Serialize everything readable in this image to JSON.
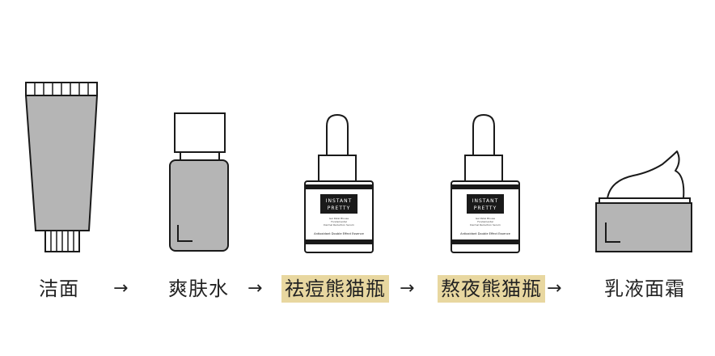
{
  "steps": [
    {
      "label": "洁面",
      "highlight": false,
      "product_icon": "tube-icon"
    },
    {
      "label": "爽肤水",
      "highlight": false,
      "product_icon": "toner-bottle-icon"
    },
    {
      "label": "祛痘熊猫瓶",
      "highlight": true,
      "product_icon": "serum-dropper-icon"
    },
    {
      "label": "熬夜熊猫瓶",
      "highlight": true,
      "product_icon": "serum-dropper-icon"
    },
    {
      "label": "乳液面霜",
      "highlight": false,
      "product_icon": "cream-jar-icon"
    }
  ],
  "arrows": [
    "→",
    "→",
    "→",
    "→"
  ],
  "serum_labels": [
    {
      "brand_line1": "INSTANT",
      "brand_line2": "PRETTY",
      "small_line1": "Gel Petal Blouse",
      "small_line2": "Fondamental",
      "small_line3": "Dermal Reduction Serum",
      "bottom_line": "Antioxidant Double Effect Essence"
    },
    {
      "brand_line1": "INSTANT",
      "brand_line2": "PRETTY",
      "small_line1": "Gel Petal Blouse",
      "small_line2": "Fondamental",
      "small_line3": "Dermal Reduction Serum",
      "bottom_line": "Antioxidant Double Effect Essence"
    }
  ],
  "colors": {
    "product_gray": "#b5b5b5",
    "outline": "#1a1a1a",
    "highlight": "#e8d7a0"
  }
}
